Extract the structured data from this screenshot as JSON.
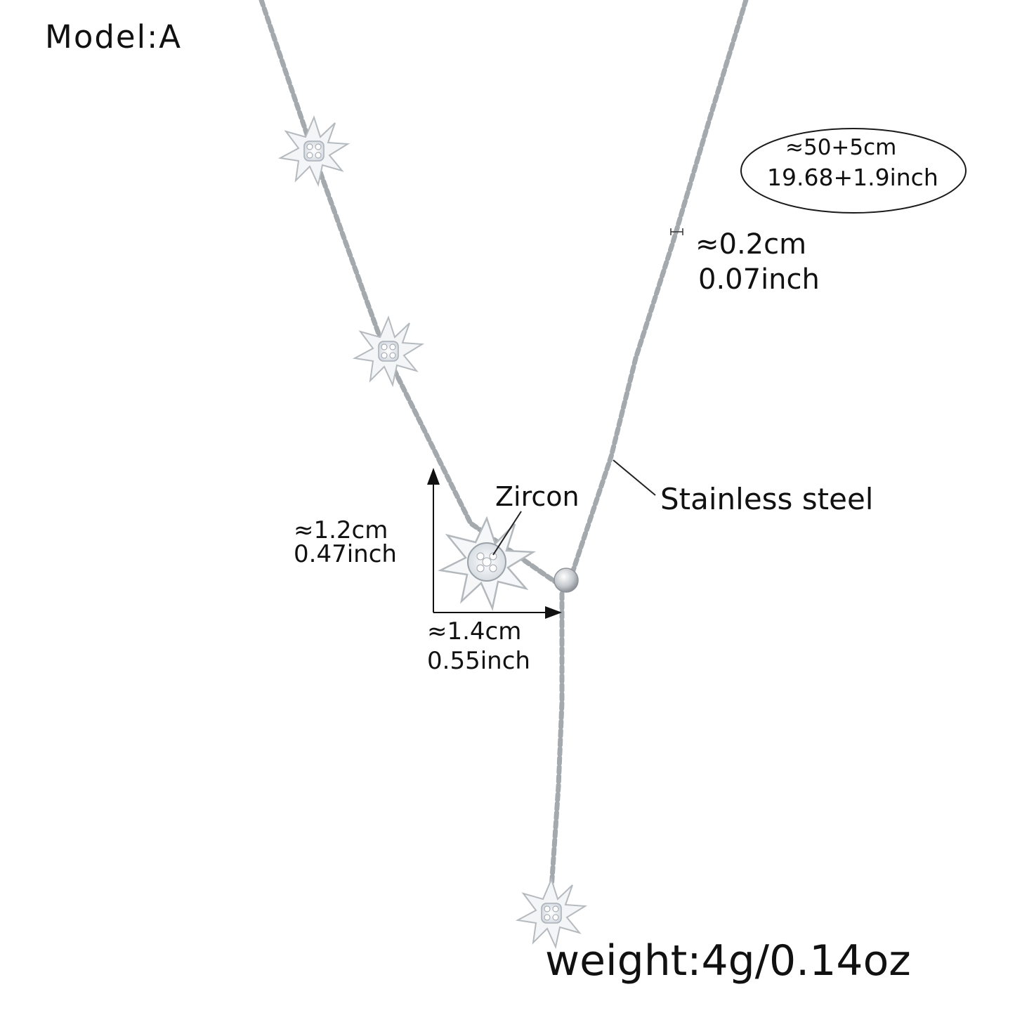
{
  "model_label": "Model:A",
  "length": {
    "cm": "≈50+5cm",
    "inch": "19.68+1.9inch"
  },
  "chain_width": {
    "cm": "≈0.2cm",
    "inch": "0.07inch"
  },
  "material_label": "Stainless steel",
  "stone_label": "Zircon",
  "pendant_height": {
    "cm": "≈1.2cm",
    "inch": "0.47inch"
  },
  "pendant_width": {
    "cm": "≈1.4cm",
    "inch": "0.55inch"
  },
  "weight_label": "weight:4g/0.14oz",
  "colors": {
    "text": "#111111",
    "metal": "#c9ccd0",
    "metal_light": "#f4f5f6",
    "stone": "#e9eef3"
  }
}
